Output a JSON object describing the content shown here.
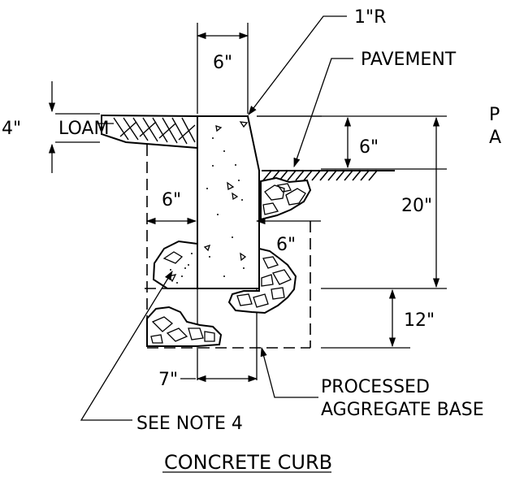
{
  "labels": {
    "radius": "1\"R",
    "pavement": "PAVEMENT",
    "loam_depth": "4\"",
    "loam": "LOAM",
    "curb_top_width": "6\"",
    "pavement_depth": "6\"",
    "curb_height": "20\"",
    "gravel_left": "6\"",
    "gravel_right": "6\"",
    "base_depth": "12\"",
    "embed_width": "7\"",
    "processed": "PROCESSED",
    "aggregate_base": "AGGREGATE BASE",
    "note": "SEE NOTE 4",
    "title": "CONCRETE CURB",
    "edge_text_1": "P",
    "edge_text_2": "A"
  }
}
